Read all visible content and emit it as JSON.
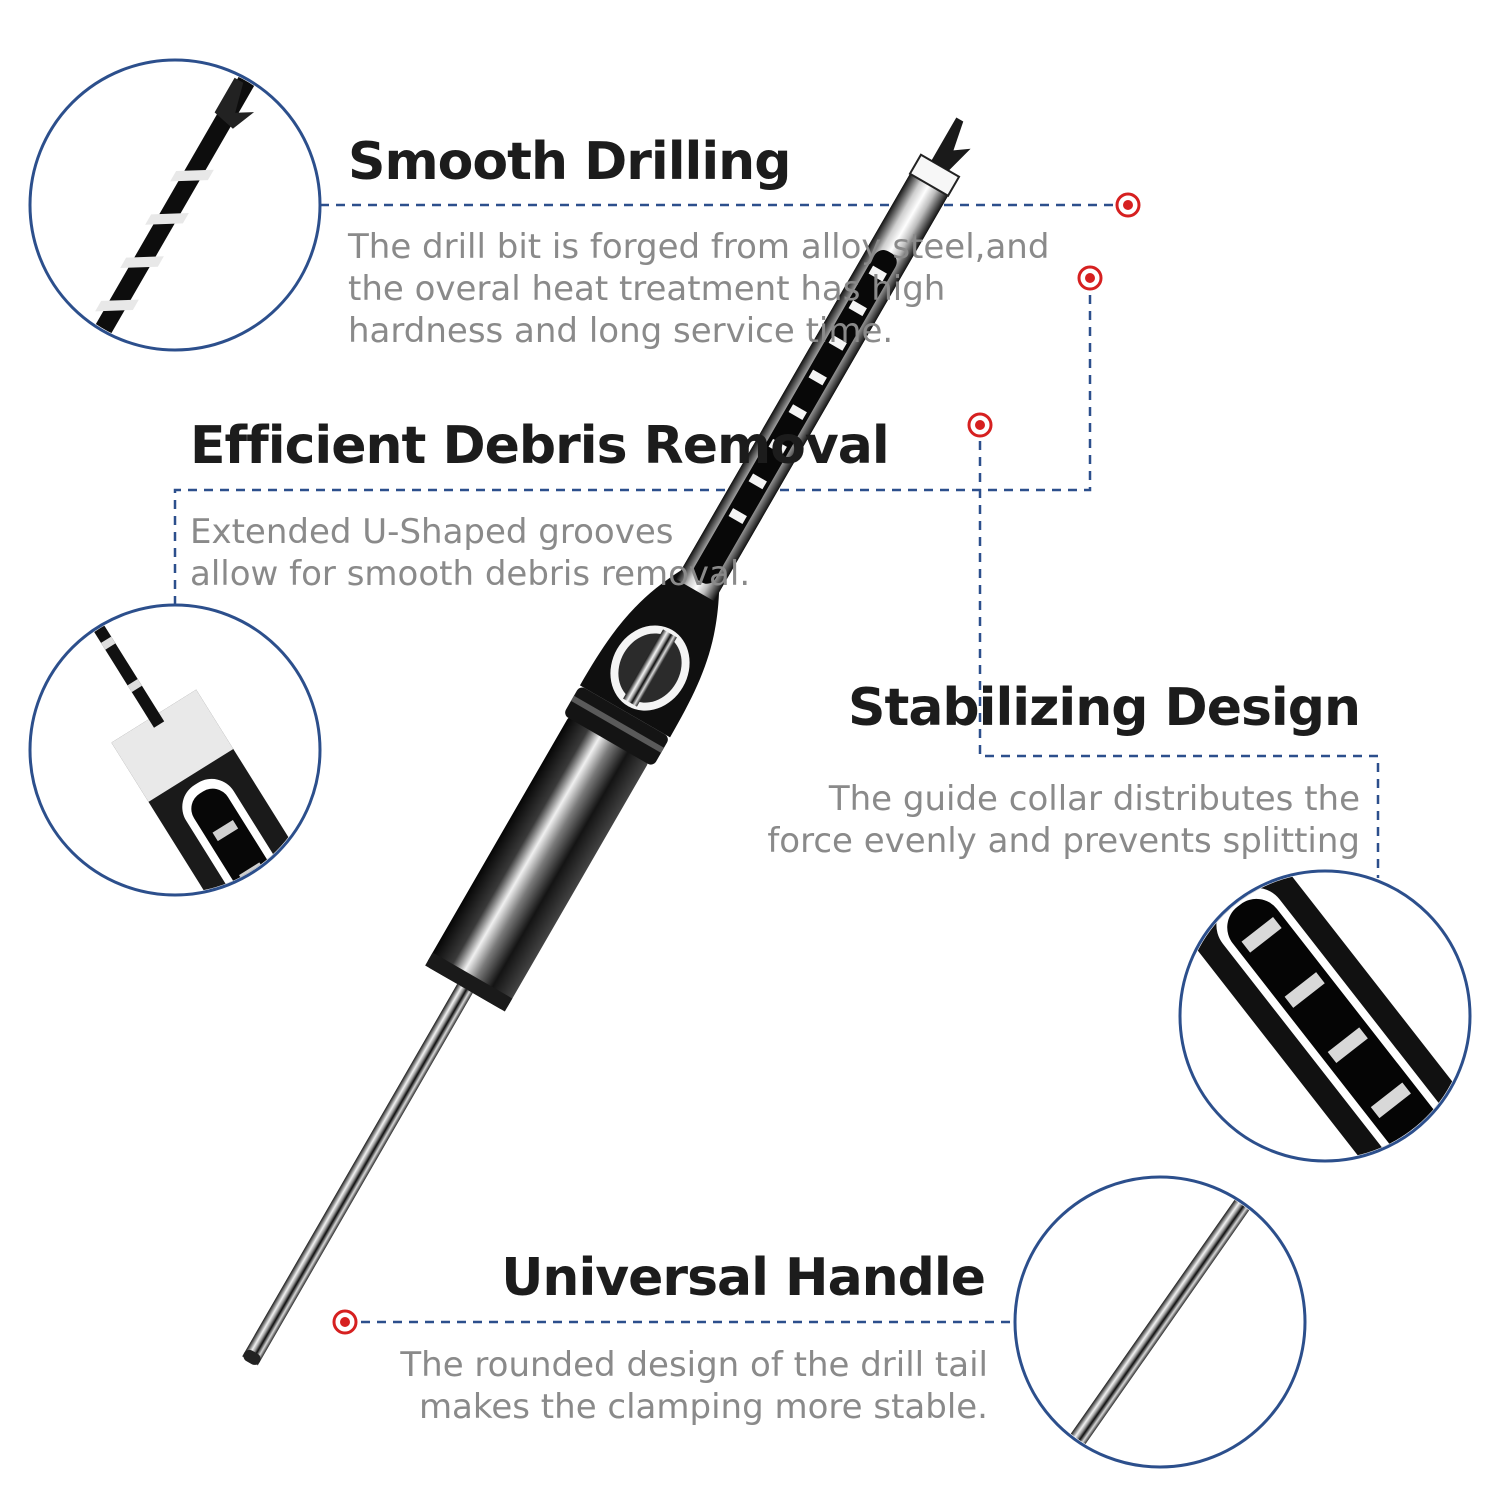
{
  "features": [
    {
      "id": "smooth-drilling",
      "title": "Smooth Drilling",
      "description_lines": [
        "The drill bit is forged from alloy steel,and",
        "the overal heat treatment has high",
        "hardness and long service time."
      ]
    },
    {
      "id": "efficient-debris-removal",
      "title": "Efficient Debris Removal",
      "description_lines": [
        "Extended U-Shaped grooves",
        "allow for smooth debris removal."
      ]
    },
    {
      "id": "stabilizing-design",
      "title": "Stabilizing Design",
      "description_lines": [
        "The guide collar distributes the",
        "force evenly and prevents splitting"
      ]
    },
    {
      "id": "universal-handle",
      "title": "Universal Handle",
      "description_lines": [
        "The rounded design of the drill tail",
        "makes the clamping more stable."
      ]
    }
  ],
  "colors": {
    "leader_line": "#2c4f8c",
    "callout_circle": "#2c4f8c",
    "marker": "#d62020",
    "title_text": "#1c1c1c",
    "body_text": "#8a8a8a"
  },
  "icons": [
    "chisel-drill-bit-icon",
    "detail-zoom-icon"
  ]
}
